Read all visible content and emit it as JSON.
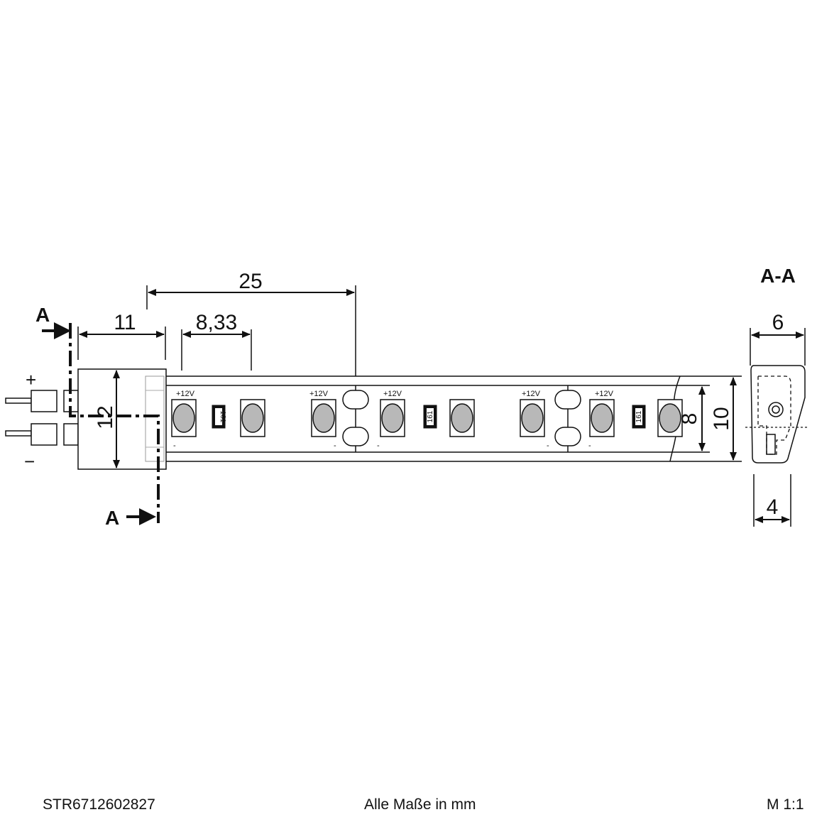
{
  "dimensions": {
    "pitch": "25",
    "connector_length": "11",
    "led_spacing": "8,33",
    "connector_height": "12",
    "strip_width": "8",
    "profile_height": "10",
    "section_width": "6",
    "section_base": "4"
  },
  "labels": {
    "plus": "+",
    "minus": "−",
    "section_marker": "A",
    "section_title": "A-A",
    "voltage": "+12V",
    "pad_minus": "-",
    "resistor": "161"
  },
  "footer": {
    "article_number": "STR6712602827",
    "units_note": "Alle Maße in mm",
    "scale": "M 1:1"
  }
}
